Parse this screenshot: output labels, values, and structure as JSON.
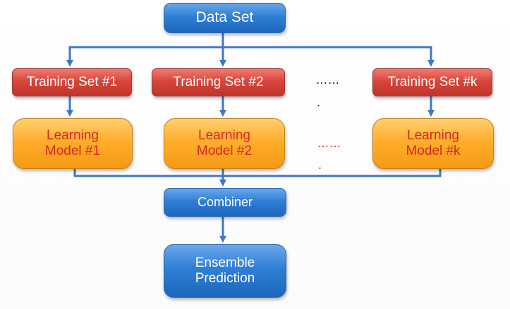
{
  "diagram": {
    "data_set": "Data Set",
    "training_sets": [
      "Training Set #1",
      "Training Set #2",
      "Training Set #k"
    ],
    "learning_models": [
      {
        "line1": "Learning",
        "line2": "Model #1"
      },
      {
        "line1": "Learning",
        "line2": "Model #2"
      },
      {
        "line1": "Learning",
        "line2": "Model #k"
      }
    ],
    "ellipsis_training": "……",
    "ellipsis_models": "……",
    "single_dot": ".",
    "combiner": "Combiner",
    "ensemble": {
      "line1": "Ensemble",
      "line2": "Prediction"
    }
  },
  "colors": {
    "connector": "#3f77c7",
    "blue_node": "#2f7fd6",
    "red_node": "#d9463b",
    "orange_node": "#ffae2c",
    "orange_text": "#d8291f"
  }
}
